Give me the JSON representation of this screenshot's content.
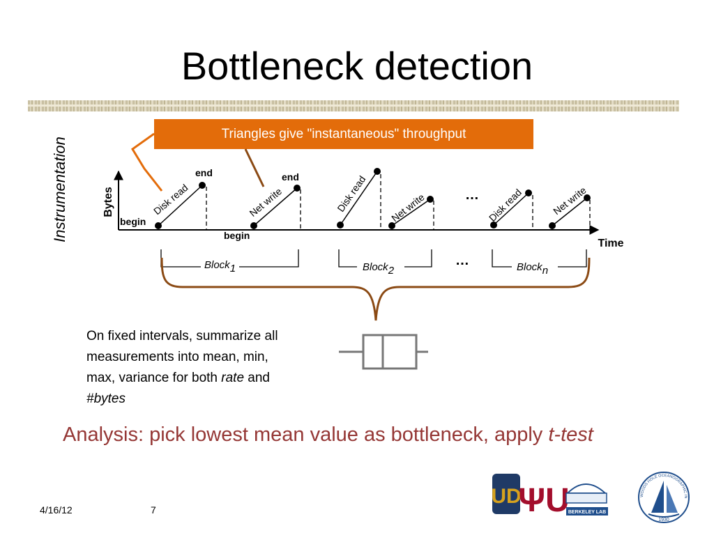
{
  "slide": {
    "title": "Bottleneck detection",
    "callout": "Triangles give \"instantaneous\" throughput",
    "side_label": "Instrumentation",
    "footer_date": "4/16/12",
    "page_number": "7"
  },
  "diagram": {
    "y_axis_label": "Bytes",
    "x_axis_label": "Time",
    "begin_label": "begin",
    "end_label": "end",
    "ellipsis": "…",
    "segments": [
      {
        "label": "Disk read"
      },
      {
        "label": "Net write"
      },
      {
        "label": "Disk read"
      },
      {
        "label": "Net write"
      },
      {
        "label": "Disk read"
      },
      {
        "label": "Net write"
      }
    ],
    "blocks": [
      {
        "label": "Block",
        "sub": "1"
      },
      {
        "label": "Block",
        "sub": "2"
      },
      {
        "label": "Block",
        "sub": "n"
      }
    ]
  },
  "description": {
    "line1": "On fixed intervals, summarize all",
    "line2": "measurements into mean, min,",
    "line3_pre": "max, variance for both ",
    "line3_em": "rate",
    "line3_post": " and",
    "line4_em": "#bytes"
  },
  "analysis": {
    "text": "Analysis: pick lowest mean value as bottleneck, apply ",
    "em": "t-test"
  },
  "logos": {
    "ud": "UD",
    "iu": "ΨU",
    "lab": "BERKELEY LAB",
    "whoi": "WOODS HOLE OCEANOGRAPHIC INSTITUTION",
    "whoi_year": "1930"
  },
  "colors": {
    "callout_bg": "#e36c0a",
    "brace": "#8b4a14",
    "analysis_text": "#953735",
    "iu_crimson": "#a30e2c",
    "ud_blue": "#1f3a66",
    "ud_gold": "#d6a21e",
    "lab_blue": "#1f4e8c"
  }
}
